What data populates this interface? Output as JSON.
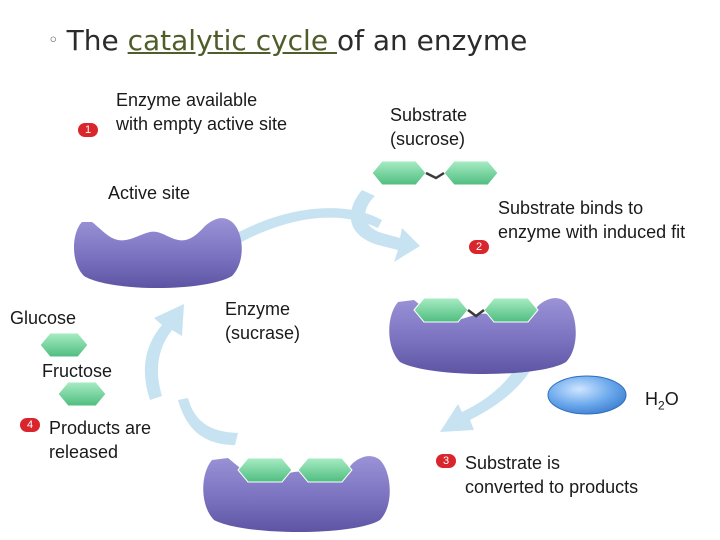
{
  "title": {
    "bullet": "◦",
    "prefix": "The ",
    "highlight": "catalytic cycle ",
    "suffix": "of an enzyme"
  },
  "labels": {
    "enzyme_available_l1": "Enzyme available",
    "enzyme_available_l2": "with empty active site",
    "substrate_l1": "Substrate",
    "substrate_l2": "(sucrose)",
    "active_site": "Active site",
    "binds_l1": "Substrate binds to",
    "binds_l2": "enzyme with induced fit",
    "glucose": "Glucose",
    "enzyme_l1": "Enzyme",
    "enzyme_l2": "(sucrase)",
    "fructose": "Fructose",
    "water_main": "H",
    "water_sub": "2",
    "water_end": "O",
    "released_l1": "Products are",
    "released_l2": "released",
    "converted_l1": "Substrate is",
    "converted_l2": "converted to products"
  },
  "steps": [
    "1",
    "2",
    "3",
    "4"
  ],
  "colors": {
    "enzyme": "#7b72c0",
    "substrate": "#6fcf97",
    "arrow": "#c7e3f2",
    "water": "#5b9be0",
    "step_badge": "#d9262c",
    "title_highlight": "#4e5d2a"
  }
}
